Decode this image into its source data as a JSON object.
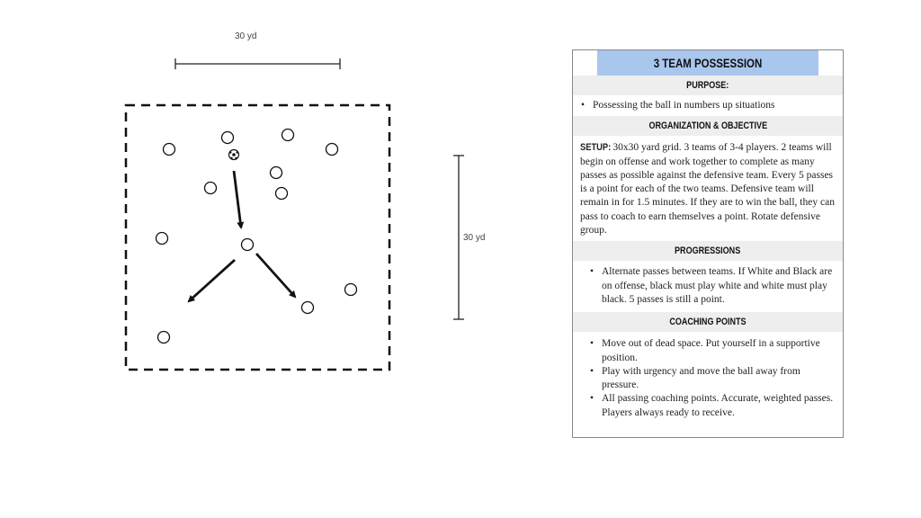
{
  "diagram": {
    "top_dimension": "30 yd",
    "side_dimension": "30 yd"
  },
  "card": {
    "title": "3 TEAM POSSESSION",
    "purpose": {
      "heading": "PURPOSE:",
      "items": [
        "Possessing the ball in numbers up situations"
      ]
    },
    "organization": {
      "heading": "ORGANIZATION & OBJECTIVE",
      "setup_label": "SETUP:",
      "setup_text": "30x30 yard grid. 3 teams of 3-4 players. 2 teams will begin on offense and work together to complete as many passes as possible against the defensive team. Every 5 passes is a point for each of the two teams. Defensive team will remain in for 1.5 minutes. If they are to win the ball, they can pass to coach to earn themselves a point. Rotate defensive group."
    },
    "progressions": {
      "heading": "PROGRESSIONS",
      "items": [
        "Alternate passes between teams. If White and Black are on offense, black must play white and white must play black. 5 passes is still a point."
      ]
    },
    "coaching_points": {
      "heading": "COACHING POINTS",
      "items": [
        "Move out of dead space. Put yourself in a supportive position.",
        "Play with urgency and move the ball away from pressure.",
        "All passing coaching points. Accurate, weighted passes. Players always ready to receive."
      ]
    }
  }
}
